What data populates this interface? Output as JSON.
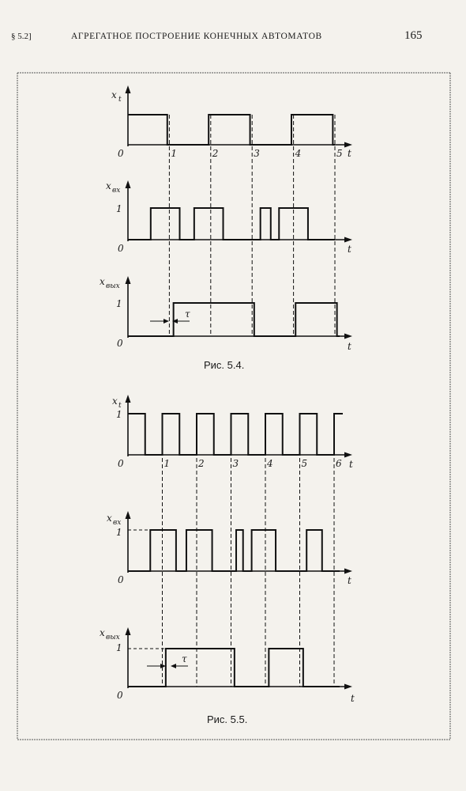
{
  "header": {
    "section": "§ 5.2]",
    "title": "АГРЕГАТНОЕ ПОСТРОЕНИЕ КОНЕЧНЫХ АВТОМАТОВ",
    "page_number": "165"
  },
  "labels": {
    "zero": "0",
    "one": "1",
    "t": "t",
    "x": "x",
    "tau": "τ",
    "sub_t": "t",
    "sub_in": "вх",
    "sub_out": "вых"
  },
  "figures": [
    {
      "caption": "Рис. 5.4.",
      "ticks": [
        "1",
        "2",
        "3",
        "4",
        "5"
      ],
      "signals": {
        "xt": [
          [
            0,
            1
          ],
          [
            0.95,
            0
          ],
          [
            1.95,
            1
          ],
          [
            2.95,
            0
          ],
          [
            3.95,
            1
          ],
          [
            4.95,
            0
          ]
        ],
        "xin": [
          [
            0,
            0
          ],
          [
            0.55,
            1
          ],
          [
            1.25,
            0
          ],
          [
            1.6,
            1
          ],
          [
            2.3,
            0
          ],
          [
            3.2,
            1
          ],
          [
            3.45,
            0
          ],
          [
            3.65,
            1
          ],
          [
            4.35,
            0
          ]
        ],
        "xout": [
          [
            0,
            0
          ],
          [
            1.1,
            1
          ],
          [
            3.05,
            0
          ],
          [
            4.05,
            1
          ],
          [
            5.05,
            0
          ]
        ]
      }
    },
    {
      "caption": "Рис. 5.5.",
      "ticks": [
        "1",
        "2",
        "3",
        "4",
        "5",
        "6"
      ],
      "signals": {
        "xt": [
          [
            0,
            1
          ],
          [
            0.5,
            0
          ],
          [
            1.0,
            1
          ],
          [
            1.5,
            0
          ],
          [
            2.0,
            1
          ],
          [
            2.5,
            0
          ],
          [
            3.0,
            1
          ],
          [
            3.5,
            0
          ],
          [
            4.0,
            1
          ],
          [
            4.5,
            0
          ],
          [
            5.0,
            1
          ],
          [
            5.5,
            0
          ],
          [
            6.0,
            1
          ]
        ],
        "xin": [
          [
            0,
            0
          ],
          [
            0.65,
            1
          ],
          [
            1.4,
            0
          ],
          [
            1.7,
            1
          ],
          [
            2.45,
            0
          ],
          [
            3.15,
            1
          ],
          [
            3.35,
            0
          ],
          [
            3.6,
            1
          ],
          [
            4.3,
            0
          ],
          [
            5.2,
            1
          ],
          [
            5.65,
            0
          ]
        ],
        "xout": [
          [
            0,
            0
          ],
          [
            1.1,
            1
          ],
          [
            3.1,
            0
          ],
          [
            4.1,
            1
          ],
          [
            5.1,
            0
          ]
        ]
      }
    }
  ],
  "chart_data": [
    {
      "type": "line",
      "title": "Рис. 5.4.",
      "xlabel": "t",
      "x": [
        0,
        1,
        2,
        3,
        4,
        5
      ],
      "series": [
        {
          "name": "xt",
          "steps": [
            [
              0,
              1
            ],
            [
              0.95,
              0
            ],
            [
              1.95,
              1
            ],
            [
              2.95,
              0
            ],
            [
              3.95,
              1
            ],
            [
              4.95,
              0
            ]
          ]
        },
        {
          "name": "xвх",
          "steps": [
            [
              0,
              0
            ],
            [
              0.55,
              1
            ],
            [
              1.25,
              0
            ],
            [
              1.6,
              1
            ],
            [
              2.3,
              0
            ],
            [
              3.2,
              1
            ],
            [
              3.45,
              0
            ],
            [
              3.65,
              1
            ],
            [
              4.35,
              0
            ]
          ]
        },
        {
          "name": "xвых",
          "steps": [
            [
              0,
              0
            ],
            [
              1.1,
              1
            ],
            [
              3.05,
              0
            ],
            [
              4.05,
              1
            ],
            [
              5.05,
              0
            ]
          ]
        }
      ]
    },
    {
      "type": "line",
      "title": "Рис. 5.5.",
      "xlabel": "t",
      "x": [
        0,
        1,
        2,
        3,
        4,
        5,
        6
      ],
      "series": [
        {
          "name": "xt",
          "steps": [
            [
              0,
              1
            ],
            [
              0.5,
              0
            ],
            [
              1,
              1
            ],
            [
              1.5,
              0
            ],
            [
              2,
              1
            ],
            [
              2.5,
              0
            ],
            [
              3,
              1
            ],
            [
              3.5,
              0
            ],
            [
              4,
              1
            ],
            [
              4.5,
              0
            ],
            [
              5,
              1
            ],
            [
              5.5,
              0
            ],
            [
              6,
              1
            ]
          ]
        },
        {
          "name": "xвх",
          "steps": [
            [
              0,
              0
            ],
            [
              0.65,
              1
            ],
            [
              1.4,
              0
            ],
            [
              1.7,
              1
            ],
            [
              2.45,
              0
            ],
            [
              3.15,
              1
            ],
            [
              3.35,
              0
            ],
            [
              3.6,
              1
            ],
            [
              4.3,
              0
            ],
            [
              5.2,
              1
            ],
            [
              5.65,
              0
            ]
          ]
        },
        {
          "name": "xвых",
          "steps": [
            [
              0,
              0
            ],
            [
              1.1,
              1
            ],
            [
              3.1,
              0
            ],
            [
              4.1,
              1
            ],
            [
              5.1,
              0
            ]
          ]
        }
      ]
    }
  ]
}
